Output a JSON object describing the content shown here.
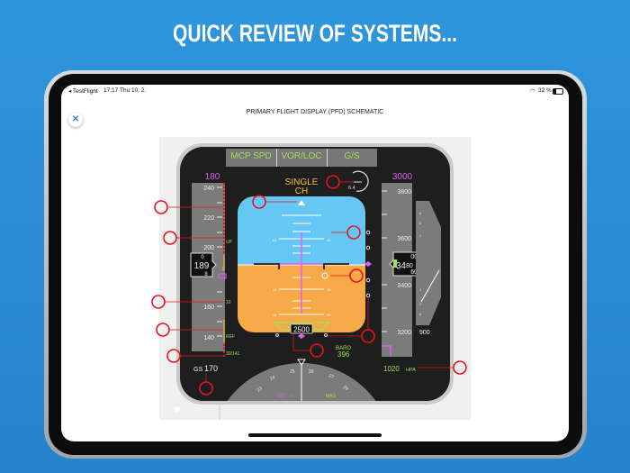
{
  "headline": "QUICK REVIEW OF SYSTEMS...",
  "status_bar": {
    "back_app": "◂ TestFlight",
    "time": "17:17",
    "date": "Thu 10. 2.",
    "wifi_icon": "wifi-icon",
    "battery": "32 %"
  },
  "page": {
    "title": "PRIMARY FLIGHT DISPLAY (PFD) SCHEMATIC",
    "close_icon": "✕"
  },
  "pfd": {
    "fma": [
      "MCP SPD",
      "VOR/LOC",
      "G/S"
    ],
    "selected_speed": "180",
    "selected_altitude": "3000",
    "autopilot_status": [
      "SINGLE",
      "CH"
    ],
    "radio_alt_gauge": "6.4",
    "speed_tape": {
      "labels": [
        "240",
        "220",
        "200",
        "160",
        "140"
      ],
      "current": "189",
      "roll_up": "0",
      "roll_down": "8",
      "bugs": [
        "UP",
        "1",
        "10",
        "REF",
        "30/141"
      ]
    },
    "altitude_tape": {
      "labels": [
        "3800",
        "3600",
        "3400",
        "3200"
      ],
      "current_big": "34",
      "current_small": "80",
      "roll_up": "00",
      "roll_down": "60"
    },
    "vertical_speed": {
      "labels": [
        "6",
        "2",
        "1",
        "1",
        "2",
        "6"
      ],
      "value": "900"
    },
    "pitch_labels": [
      "10",
      "10",
      "10",
      "10",
      "20",
      "20"
    ],
    "decision_height": "2500",
    "baro_label": "BARO",
    "baro_value": "396",
    "ground_speed_label": "GS",
    "ground_speed": "170",
    "pressure": "1020",
    "pressure_unit": "HPA",
    "heading": {
      "labels": [
        "23",
        "24",
        "25",
        "26",
        "27",
        "28"
      ],
      "selected": "261",
      "selected_suffix": "H",
      "mode": "MAG"
    }
  },
  "colors": {
    "sky": "#66c7f4",
    "ground": "#f8a947",
    "magenta": "#e35ef0",
    "green": "#9fe05a",
    "amber": "#f2c12e",
    "callout": "#e8141c"
  }
}
